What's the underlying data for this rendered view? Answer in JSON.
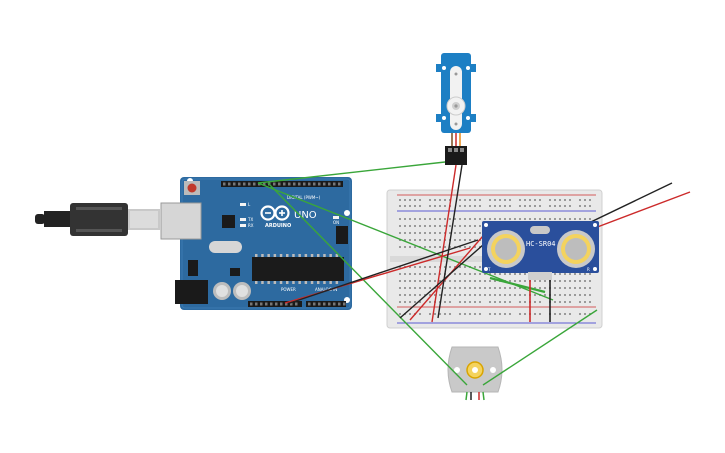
{
  "arduino": {
    "brand": "ARDUINO",
    "model": "UNO",
    "digital_header_label": "DIGITAL (PWM~)",
    "power_label": "POWER",
    "analog_label": "ANALOG IN",
    "led_labels": [
      "L",
      "TX",
      "RX"
    ],
    "on_label": "ON"
  },
  "sensor": {
    "model": "HC-SR04",
    "pin_labels": [
      "T",
      "R"
    ]
  },
  "colors": {
    "board": "#2d6aa0",
    "wire_green": "#3aa63a",
    "wire_red": "#cc2a2a",
    "wire_black": "#222222",
    "servo": "#1d7fc4",
    "sensor_board": "#2a4f9c",
    "breadboard": "#e9e9e9"
  },
  "icons": {
    "usb_cable": "usb-plug-icon",
    "motor": "dc-motor-icon",
    "servo": "servo-motor-icon"
  }
}
